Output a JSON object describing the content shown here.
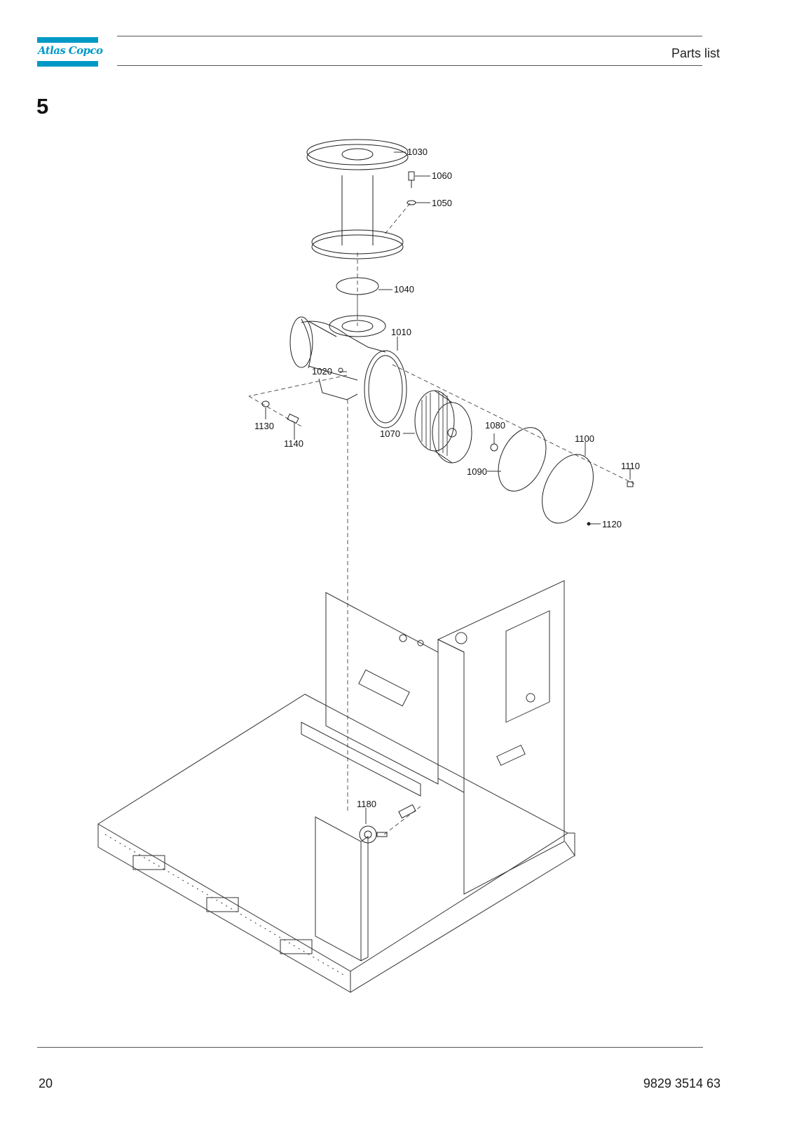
{
  "header": {
    "logo_text": "Atlas Copco",
    "title": "Parts list",
    "brand_color": "#0099c6"
  },
  "section": {
    "number": "5"
  },
  "figure": {
    "callouts": [
      "1030",
      "1060",
      "1050",
      "1040",
      "1010",
      "1020",
      "1130",
      "1140",
      "1070",
      "1080",
      "1100",
      "1110",
      "1090",
      "1120",
      "1180"
    ]
  },
  "footer": {
    "page_number": "20",
    "document_number": "9829 3514 63"
  }
}
